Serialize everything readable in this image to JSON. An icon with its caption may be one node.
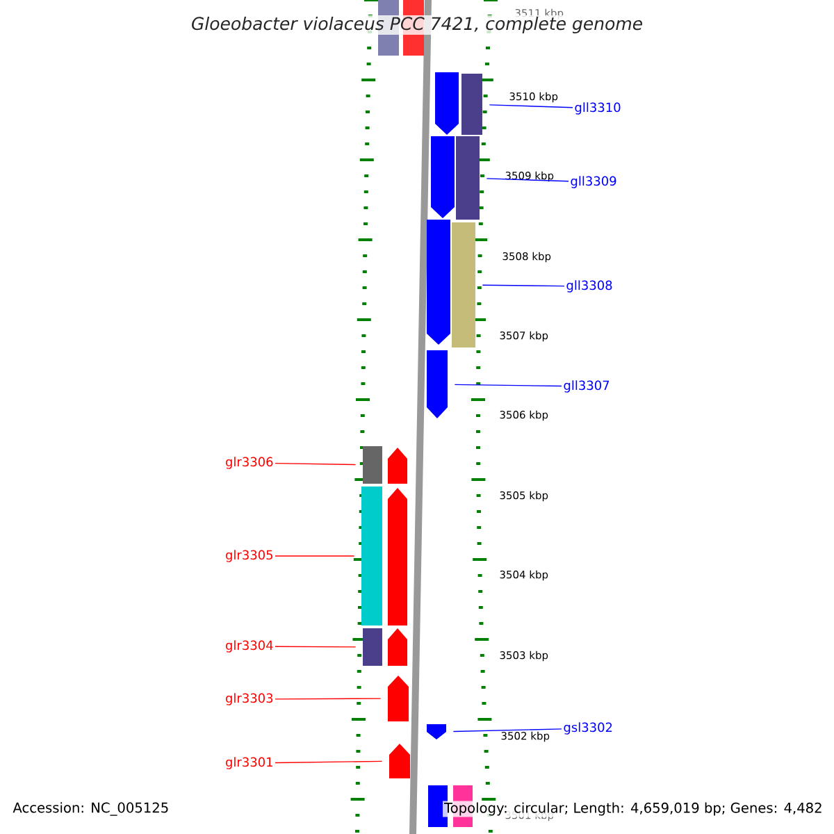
{
  "diagram": {
    "title": "Gloeobacter violaceus PCC 7421, complete genome",
    "nodes": [
      {
        "text": [
          "gll3310"
        ]
      },
      {
        "text": [
          "gll3309"
        ]
      },
      {
        "text": [
          "gll3308"
        ]
      },
      {
        "text": [
          "gll3307"
        ]
      },
      {
        "text": [
          "glr3306"
        ]
      },
      {
        "text": [
          "glr3305"
        ]
      },
      {
        "text": [
          "glr3304"
        ]
      },
      {
        "text": [
          "glr3303"
        ]
      },
      {
        "text": [
          "gsl3302"
        ]
      },
      {
        "text": [
          "glr3301"
        ]
      },
      {
        "text": [],
        "shape": "bar"
      },
      {
        "text": [],
        "shape": "bar"
      },
      {
        "text": [],
        "shape": "pentagon"
      },
      {
        "text": [],
        "shape": "bar"
      },
      {
        "text": [],
        "shape": "pentagon"
      },
      {
        "text": [],
        "shape": "bar"
      },
      {
        "text": [],
        "shape": "pentagon"
      },
      {
        "text": [],
        "shape": "bar"
      },
      {
        "text": [],
        "shape": "pentagon"
      },
      {
        "text": [],
        "shape": "bar"
      },
      {
        "text": [],
        "shape": "pentagon"
      },
      {
        "text": [],
        "shape": "bar"
      },
      {
        "text": [],
        "shape": "pentagon"
      },
      {
        "text": [],
        "shape": "bar"
      },
      {
        "text": [],
        "shape": "pentagon"
      },
      {
        "text": [],
        "shape": "pentagon"
      },
      {
        "text": [],
        "shape": "pentagon"
      },
      {
        "text": [],
        "shape": "pentagon"
      },
      {
        "text": [],
        "shape": "bar"
      },
      {
        "text": [],
        "shape": "bar"
      }
    ],
    "edges": [
      {
        "from": 0,
        "to": 13,
        "arrow": "none",
        "color": "#0000ff"
      },
      {
        "from": 1,
        "to": 15,
        "arrow": "none",
        "color": "#0000ff"
      },
      {
        "from": 2,
        "to": 17,
        "arrow": "none",
        "color": "#0000ff"
      },
      {
        "from": 3,
        "to": 18,
        "arrow": "none",
        "color": "#0000ff"
      },
      {
        "from": 4,
        "to": 19,
        "arrow": "none",
        "color": "#ff0000"
      },
      {
        "from": 5,
        "to": 21,
        "arrow": "none",
        "color": "#ff0000"
      },
      {
        "from": 6,
        "to": 23,
        "arrow": "none",
        "color": "#ff0000"
      },
      {
        "from": 7,
        "to": 25,
        "arrow": "none",
        "color": "#ff0000"
      },
      {
        "from": 8,
        "to": 26,
        "arrow": "none",
        "color": "#0000ff"
      },
      {
        "from": 9,
        "to": 27,
        "arrow": "none",
        "color": "#ff0000"
      }
    ],
    "labels": [
      "3511 kbp",
      "3510 kbp",
      "3509 kbp",
      "3508 kbp",
      "3507 kbp",
      "3506 kbp",
      "3505 kbp",
      "3504 kbp",
      "3503 kbp",
      "3502 kbp",
      "3501 kbp",
      "Accession: NC_005125",
      "Topology: circular; Length: 4,659,019 bp; Genes: 4,482"
    ]
  }
}
